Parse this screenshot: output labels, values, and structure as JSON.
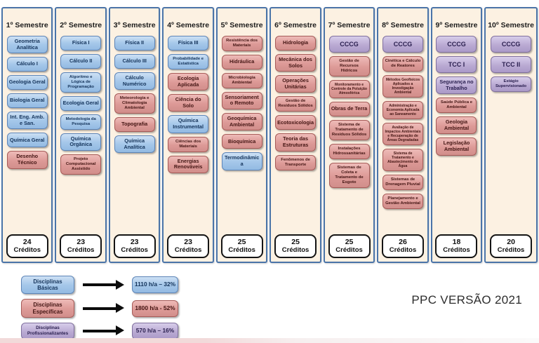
{
  "title": "PPC VERSÃO 2021",
  "credits_label": "Créditos",
  "colors": {
    "basic_fill": "#a6c8ea",
    "specific_fill": "#dd9a97",
    "professional_fill": "#baaad3",
    "column_border": "#4a74a8",
    "column_background": "#fcf1e2"
  },
  "semesters": [
    {
      "label": "1º Semestre",
      "credits": "24",
      "courses": [
        {
          "name": "Geometria Analítica",
          "type": "basic"
        },
        {
          "name": "Cálculo I",
          "type": "basic"
        },
        {
          "name": "Geologia Geral",
          "type": "basic"
        },
        {
          "name": "Biologia Geral",
          "type": "basic"
        },
        {
          "name": "Int. Eng. Amb. e San.",
          "type": "basic"
        },
        {
          "name": "Química Geral",
          "type": "basic"
        },
        {
          "name": "Desenho Técnico",
          "type": "specific"
        }
      ]
    },
    {
      "label": "2º Semestre",
      "credits": "23",
      "courses": [
        {
          "name": "Física I",
          "type": "basic"
        },
        {
          "name": "Cálculo II",
          "type": "basic"
        },
        {
          "name": "Algoritmo e Lógica de Programação",
          "type": "basic"
        },
        {
          "name": "Ecologia Geral",
          "type": "basic"
        },
        {
          "name": "Metodologia da Pesquisa",
          "type": "basic"
        },
        {
          "name": "Química Orgânica",
          "type": "basic"
        },
        {
          "name": "Projeto Computacional Assistido",
          "type": "specific"
        }
      ]
    },
    {
      "label": "3º Semestre",
      "credits": "23",
      "courses": [
        {
          "name": "Física II",
          "type": "basic"
        },
        {
          "name": "Cálculo III",
          "type": "basic"
        },
        {
          "name": "Cálculo Numérico",
          "type": "basic"
        },
        {
          "name": "Meteorologia e Climatologia Ambiental",
          "type": "specific"
        },
        {
          "name": "Topografia",
          "type": "specific"
        },
        {
          "name": "Química Analítica",
          "type": "basic"
        }
      ]
    },
    {
      "label": "4º Semestre",
      "credits": "23",
      "courses": [
        {
          "name": "Física III",
          "type": "basic"
        },
        {
          "name": "Probabilidade e Estatística",
          "type": "basic"
        },
        {
          "name": "Ecologia Aplicada",
          "type": "specific"
        },
        {
          "name": "Ciência do Solo",
          "type": "specific"
        },
        {
          "name": "Química Instrumental",
          "type": "basic"
        },
        {
          "name": "Ciências dos Materiais",
          "type": "specific"
        },
        {
          "name": "Energias Renováveis",
          "type": "specific"
        }
      ]
    },
    {
      "label": "5º Semestre",
      "credits": "25",
      "courses": [
        {
          "name": "Resistência dos Materiais",
          "type": "specific"
        },
        {
          "name": "Hidráulica",
          "type": "specific"
        },
        {
          "name": "Microbiologia Ambiental",
          "type": "specific"
        },
        {
          "name": "Sensoriamento Remoto",
          "type": "specific"
        },
        {
          "name": "Geoquímica Ambiental",
          "type": "specific"
        },
        {
          "name": "Bioquímica",
          "type": "specific"
        },
        {
          "name": "Termodinâmica",
          "type": "basic"
        }
      ]
    },
    {
      "label": "6º Semestre",
      "credits": "25",
      "courses": [
        {
          "name": "Hidrologia",
          "type": "specific"
        },
        {
          "name": "Mecânica dos Solos",
          "type": "specific"
        },
        {
          "name": "Operações Unitárias",
          "type": "specific"
        },
        {
          "name": "Gestão de Resíduos Sólidos",
          "type": "specific"
        },
        {
          "name": "Ecotoxicologia",
          "type": "specific"
        },
        {
          "name": "Teoria das Estruturas",
          "type": "specific"
        },
        {
          "name": "Fenômenos de Transporte",
          "type": "specific"
        }
      ]
    },
    {
      "label": "7º Semestre",
      "credits": "25",
      "courses": [
        {
          "name": "CCCG",
          "type": "professional"
        },
        {
          "name": "Gestão de Recursos Hídricos",
          "type": "specific"
        },
        {
          "name": "Monitoramento e Controle da Poluição Atmosférica",
          "type": "specific"
        },
        {
          "name": "Obras de Terra",
          "type": "specific"
        },
        {
          "name": "Sistema de Tratamento de Resíduos Sólidos",
          "type": "specific"
        },
        {
          "name": "Instalações Hidrossanitárias",
          "type": "specific"
        },
        {
          "name": "Sistemas de Coleta e Tratamento de Esgoto",
          "type": "specific"
        }
      ]
    },
    {
      "label": "8º Semestre",
      "credits": "26",
      "courses": [
        {
          "name": "CCCG",
          "type": "professional"
        },
        {
          "name": "Cinética e Cálculo de Reatores",
          "type": "specific"
        },
        {
          "name": "Métodos Geofísicos Aplicados a Investigação Ambiental",
          "type": "specific"
        },
        {
          "name": "Administração e Economia Aplicada ao Saneamento",
          "type": "specific"
        },
        {
          "name": "Avaliação de Impactos Ambientais e Recuperação de Áreas Degradadas",
          "type": "specific"
        },
        {
          "name": "Sistema de Tratamento e Abastecimento de Água",
          "type": "specific"
        },
        {
          "name": "Sistemas de Drenagem Pluvial",
          "type": "specific"
        },
        {
          "name": "Planejamento e Gestão Ambiental",
          "type": "specific"
        }
      ]
    },
    {
      "label": "9º Semestre",
      "credits": "18",
      "courses": [
        {
          "name": "CCCG",
          "type": "professional"
        },
        {
          "name": "TCC I",
          "type": "professional"
        },
        {
          "name": "Segurança no Trabalho",
          "type": "professional"
        },
        {
          "name": "Saúde Pública e Ambiental",
          "type": "specific"
        },
        {
          "name": "Geologia Ambiental",
          "type": "specific"
        },
        {
          "name": "Legislação Ambiental",
          "type": "specific"
        }
      ]
    },
    {
      "label": "10º Semestre",
      "credits": "20",
      "courses": [
        {
          "name": "CCCG",
          "type": "professional"
        },
        {
          "name": "TCC II",
          "type": "professional"
        },
        {
          "name": "Estágio Supervisionado",
          "type": "professional"
        }
      ]
    }
  ],
  "legend": {
    "items": [
      {
        "label": "Disciplinas Básicas",
        "value": "1110 h/a – 32%",
        "type": "basic"
      },
      {
        "label": "Disciplinas Específicas",
        "value": "1800 h/a - 52%",
        "type": "specific"
      },
      {
        "label": "Disciplinas Profissionalizantes",
        "value": "570 h/a – 16%",
        "type": "professional"
      }
    ]
  }
}
